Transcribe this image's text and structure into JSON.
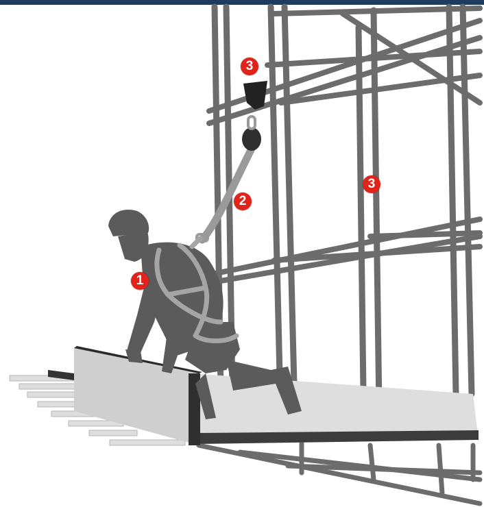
{
  "colors": {
    "header_bar": "#1d3c5e",
    "scaffold": "#6c6c6c",
    "worker": "#5b5b5b",
    "harness": "#a5a5a5",
    "platform": "#dedede",
    "badge": "#e0241b"
  },
  "markers": [
    {
      "label": "1",
      "meaning": "harness"
    },
    {
      "label": "2",
      "meaning": "lanyard"
    },
    {
      "label": "3",
      "meaning": "anchorage"
    },
    {
      "label": "3",
      "meaning": "anchorage"
    }
  ]
}
